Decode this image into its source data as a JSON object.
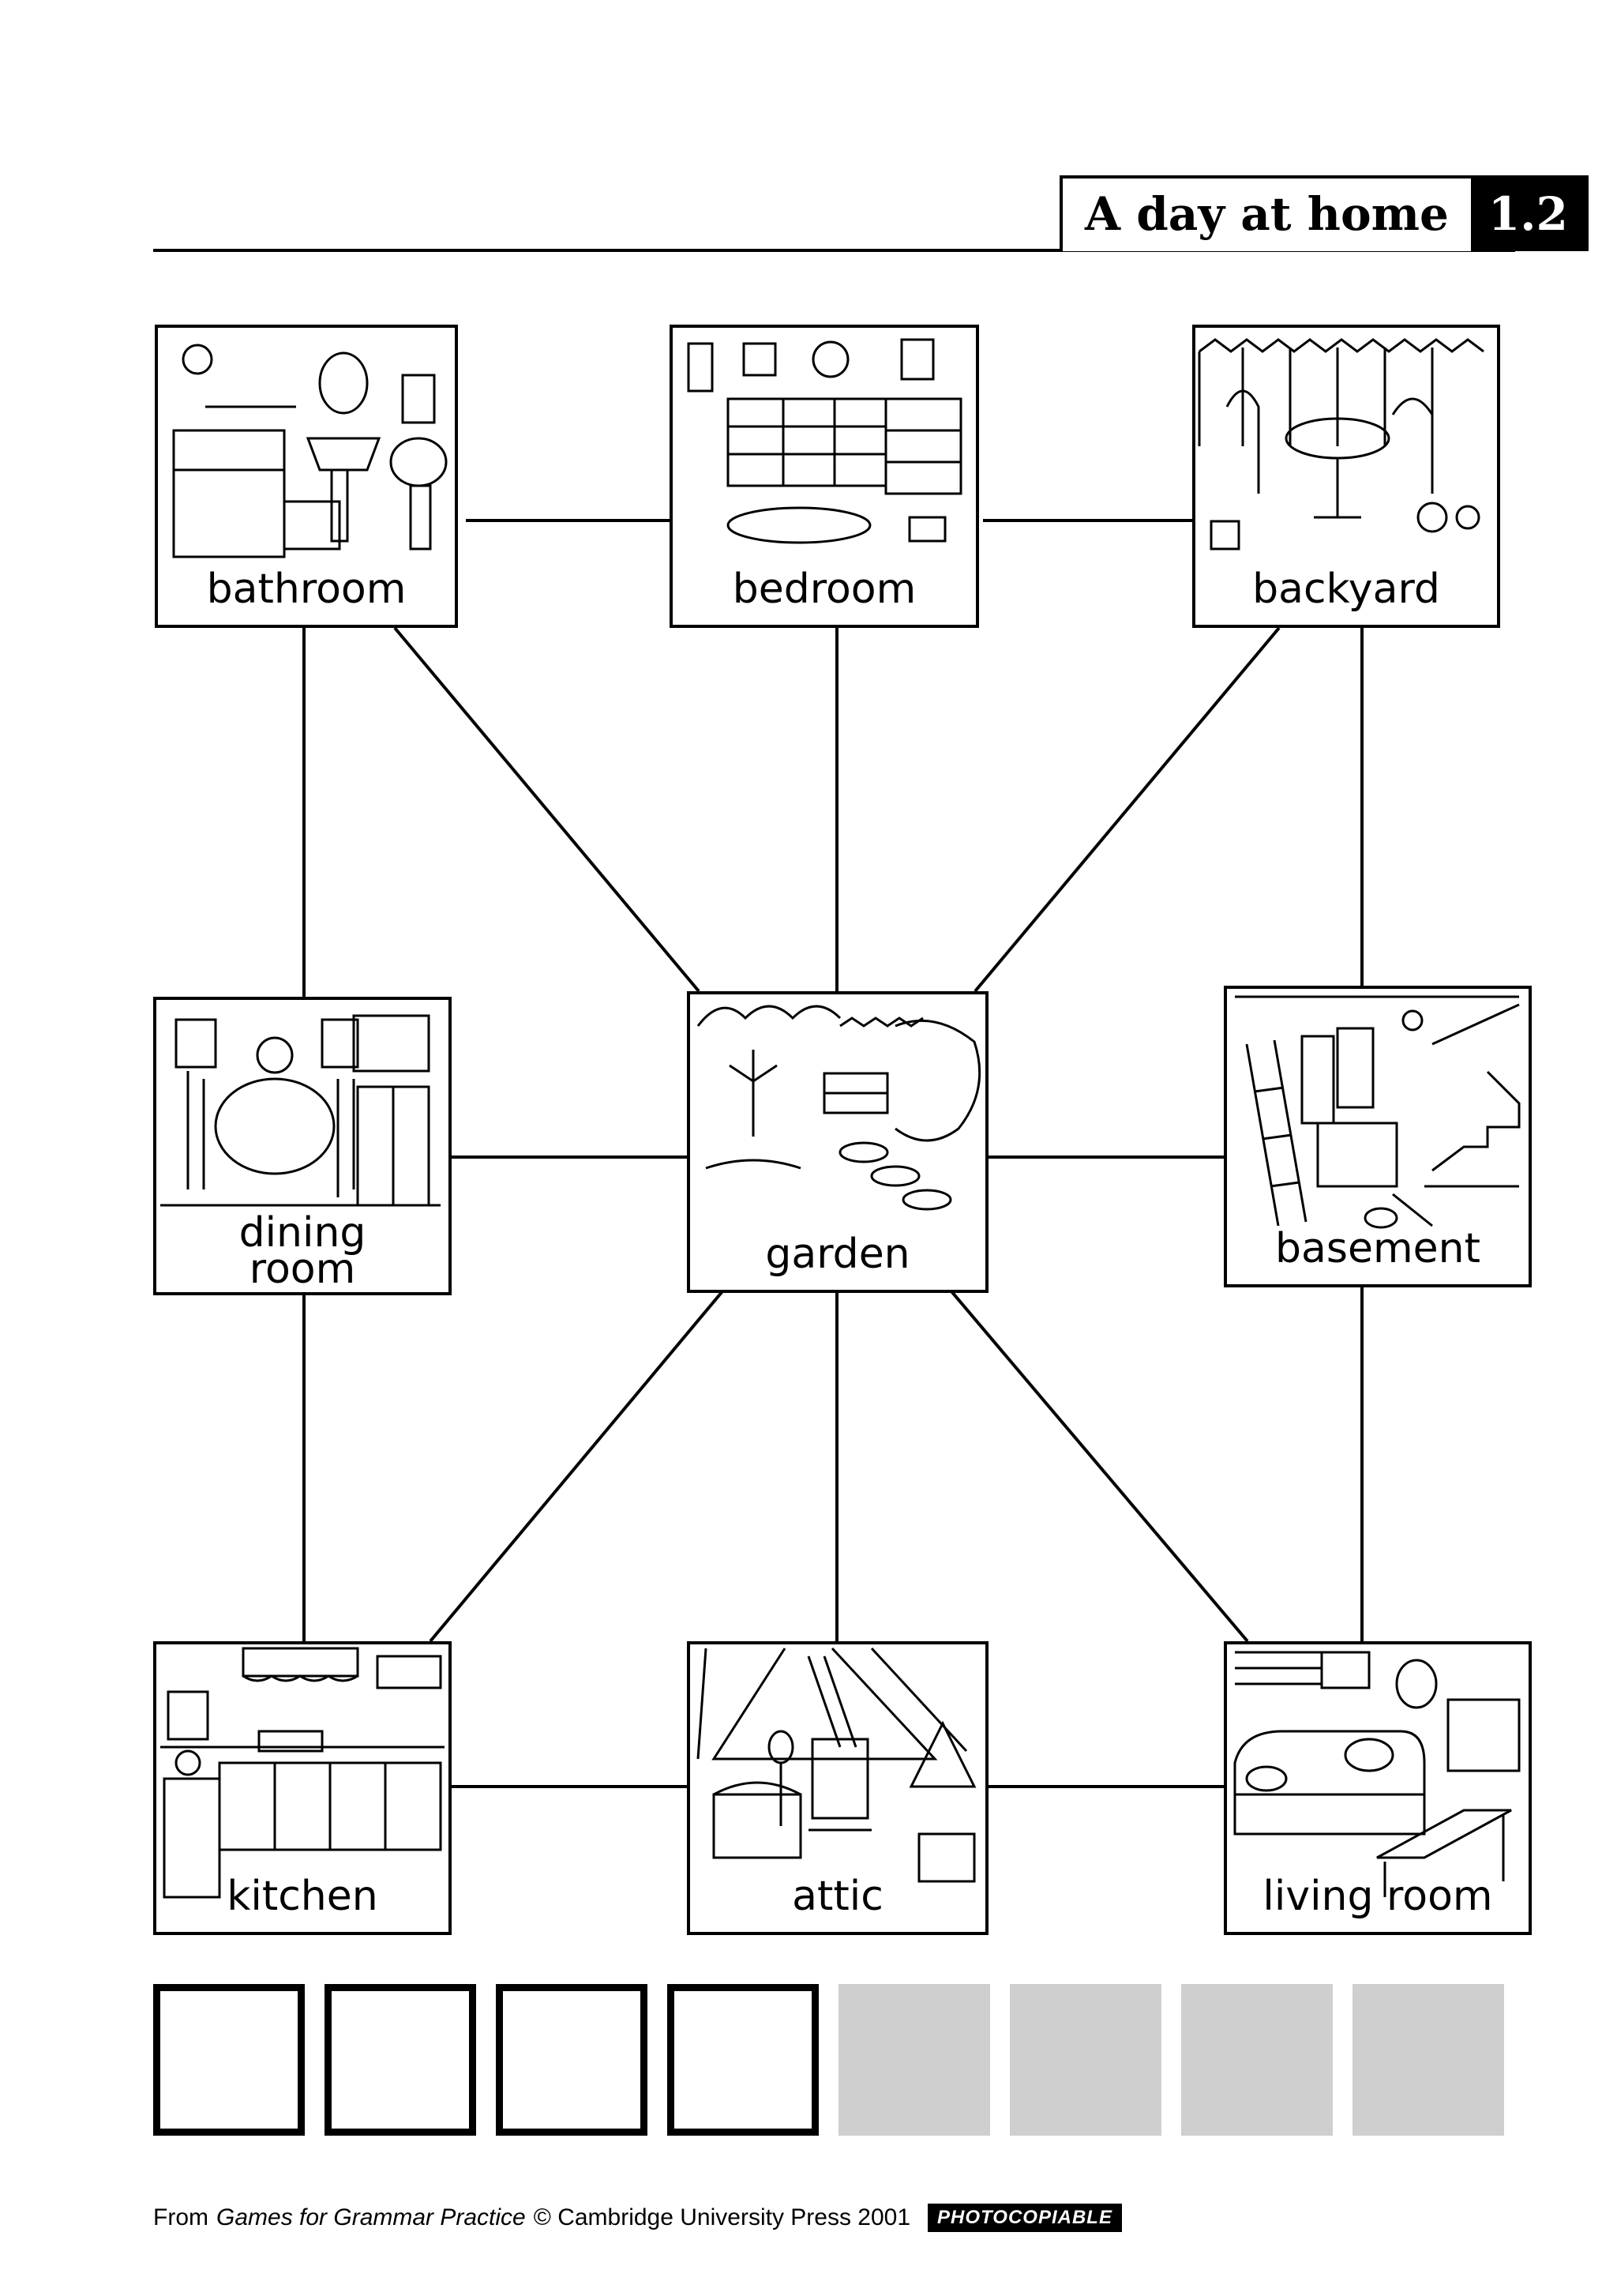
{
  "header": {
    "title": "A day at home",
    "number": "1.2"
  },
  "rooms": {
    "bathroom": "bathroom",
    "bedroom": "bedroom",
    "backyard": "backyard",
    "dining_room": "dining\nroom",
    "garden": "garden",
    "basement": "basement",
    "kitchen": "kitchen",
    "attic": "attic",
    "living_room": "living room"
  },
  "score_slots": {
    "open": 4,
    "shaded": 4
  },
  "footer": {
    "prefix": "From",
    "book": "Games for Grammar Practice",
    "copyright": "© Cambridge University Press 2001",
    "badge": "PHOTOCOPIABLE"
  }
}
